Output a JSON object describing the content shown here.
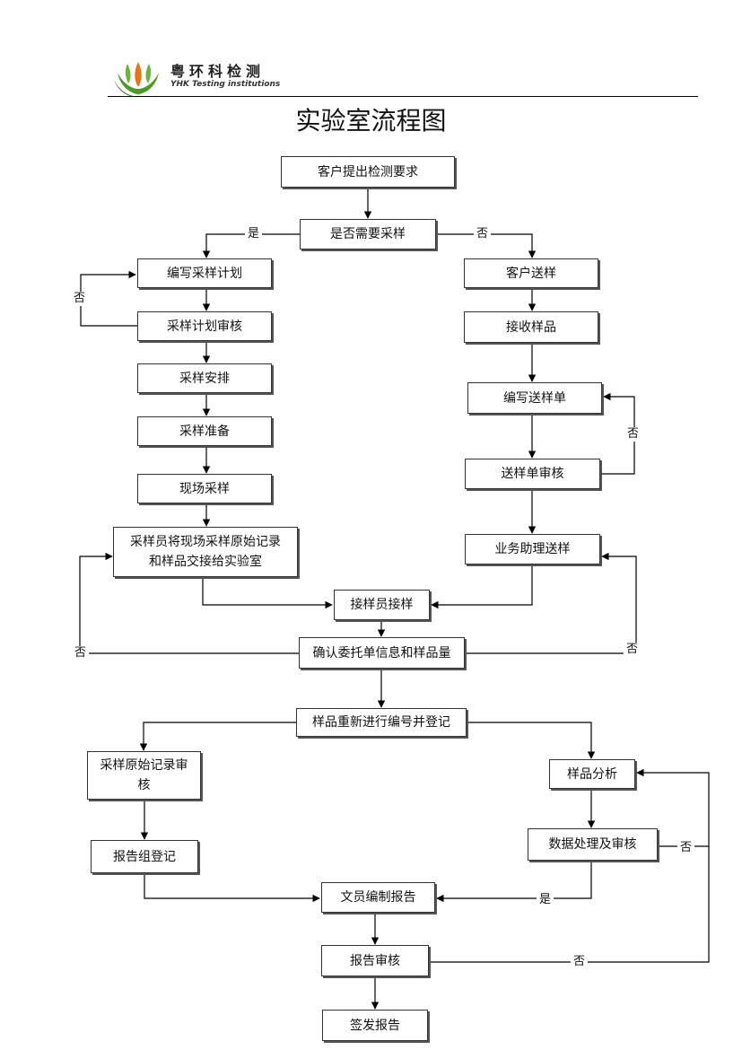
{
  "header": {
    "brand_cn": "粤环科检测",
    "brand_en": "YHK Testing institutions"
  },
  "title": "实验室流程图",
  "nodes": {
    "request": "客户提出检测要求",
    "need_sampling": "是否需要采样",
    "write_plan": "编写采样计划",
    "plan_review": "采样计划审核",
    "arrange": "采样安排",
    "prepare": "采样准备",
    "field_sampling": "现场采样",
    "handover": "采样员将现场采样原始记录和样品交接给实验室",
    "client_send": "客户送样",
    "receive": "接收样品",
    "write_form": "编写送样单",
    "form_review": "送样单审核",
    "assistant_send": "业务助理送样",
    "sample_receiver": "接样员接样",
    "confirm": "确认委托单信息和样品量",
    "register": "样品重新进行编号并登记",
    "raw_review": "采样原始记录审核",
    "report_register": "报告组登记",
    "analysis": "样品分析",
    "data_review": "数据处理及审核",
    "compile_report": "文员编制报告",
    "report_review": "报告审核",
    "issue_report": "签发报告"
  },
  "edge_labels": {
    "yes": "是",
    "no": "否"
  },
  "colors": {
    "line": "#000000",
    "box_border": "#333333",
    "logo_green": "#4a9a2a",
    "logo_orange": "#e8741a"
  }
}
